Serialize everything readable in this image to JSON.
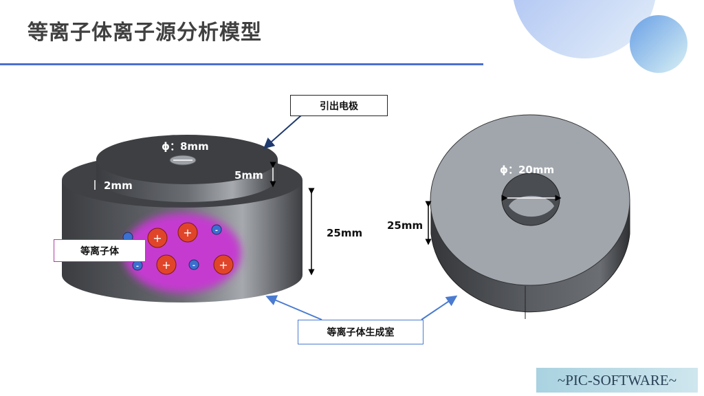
{
  "title": "等离子体离子源分析模型",
  "labels": {
    "extraction_electrode": "引出电极",
    "plasma": "等离子体",
    "plasma_chamber": "等离子体生成室",
    "hole_diameter_small": "ϕ：8mm",
    "electrode_height": "5mm",
    "step_height": "2mm",
    "chamber_height_left": "25mm",
    "hole_diameter_large": "ϕ：20mm",
    "chamber_height_right": "25mm",
    "positive_sign": "+",
    "negative_sign": "-"
  },
  "watermark": "~PIC-SOFTWARE~",
  "colors": {
    "accent": "#4a6fd0",
    "plasma": "#c53ad0",
    "ion_positive": "#e0452a",
    "ion_negative": "#3b6fd0"
  }
}
